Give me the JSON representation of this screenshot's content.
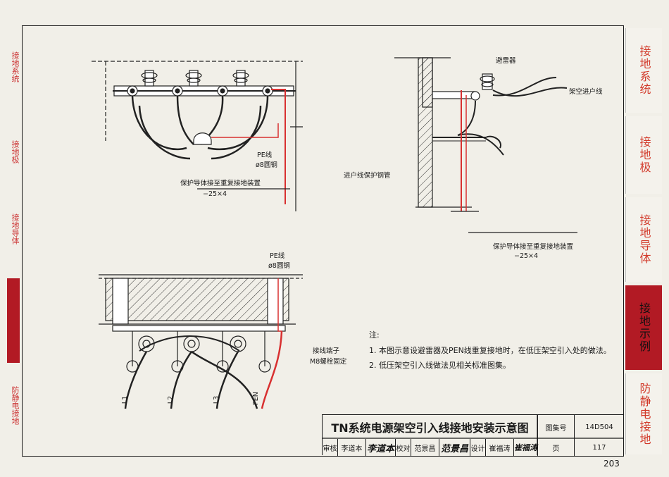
{
  "side_tabs": [
    {
      "label": "接地系统",
      "active": false
    },
    {
      "label": "接地极",
      "active": false
    },
    {
      "label": "接地导体",
      "active": false
    },
    {
      "label": "接地示例",
      "active": true
    },
    {
      "label": "防静电接地",
      "active": false
    }
  ],
  "margin_tabs": [
    "接地系统",
    "接地极",
    "接地导体",
    "防静电接地"
  ],
  "labels": {
    "arrester": "避雷器",
    "overhead_line": "架空进户线",
    "pe_line_top": "PE线",
    "pe_line_top_spec": "ø8圆钢",
    "protective_conductor_top": "保护导体接至重复接地装置",
    "protective_conductor_top_spec": "−25×4",
    "entry_pipe": "进户线保护钢管",
    "protective_conductor_right": "保护导体接至重复接地装置",
    "protective_conductor_right_spec": "−25×4",
    "pe_line_bottom": "PE线",
    "pe_line_bottom_spec": "ø8圆钢",
    "terminal": "接线端子",
    "terminal_bolt": "M8螺栓固定",
    "phase_l1": "L1",
    "phase_l2": "L2",
    "phase_l3": "L3",
    "phase_pen": "PEN"
  },
  "notes": {
    "heading": "注:",
    "items": [
      "1. 本图示意设避雷器及PEN线重复接地时，在低压架空引入处的做法。",
      "2. 低压架空引入线做法见相关标准图集。"
    ]
  },
  "title_block": {
    "title": "TN系统电源架空引入线接地安装示意图",
    "atlas_label": "图集号",
    "atlas_no": "14D504",
    "review_label": "审核",
    "review_name": "李道本",
    "review_sign": "李道本",
    "check_label": "校对",
    "check_name": "范景昌",
    "check_sign": "范景昌",
    "design_label": "设计",
    "design_name": "崔福涛",
    "design_sign": "崔福涛",
    "page_label": "页",
    "page_no": "117"
  },
  "book_page": "203",
  "colors": {
    "red_tab": "#b21a24",
    "red_line": "#d83030",
    "tab_text": "#d23a2a"
  }
}
